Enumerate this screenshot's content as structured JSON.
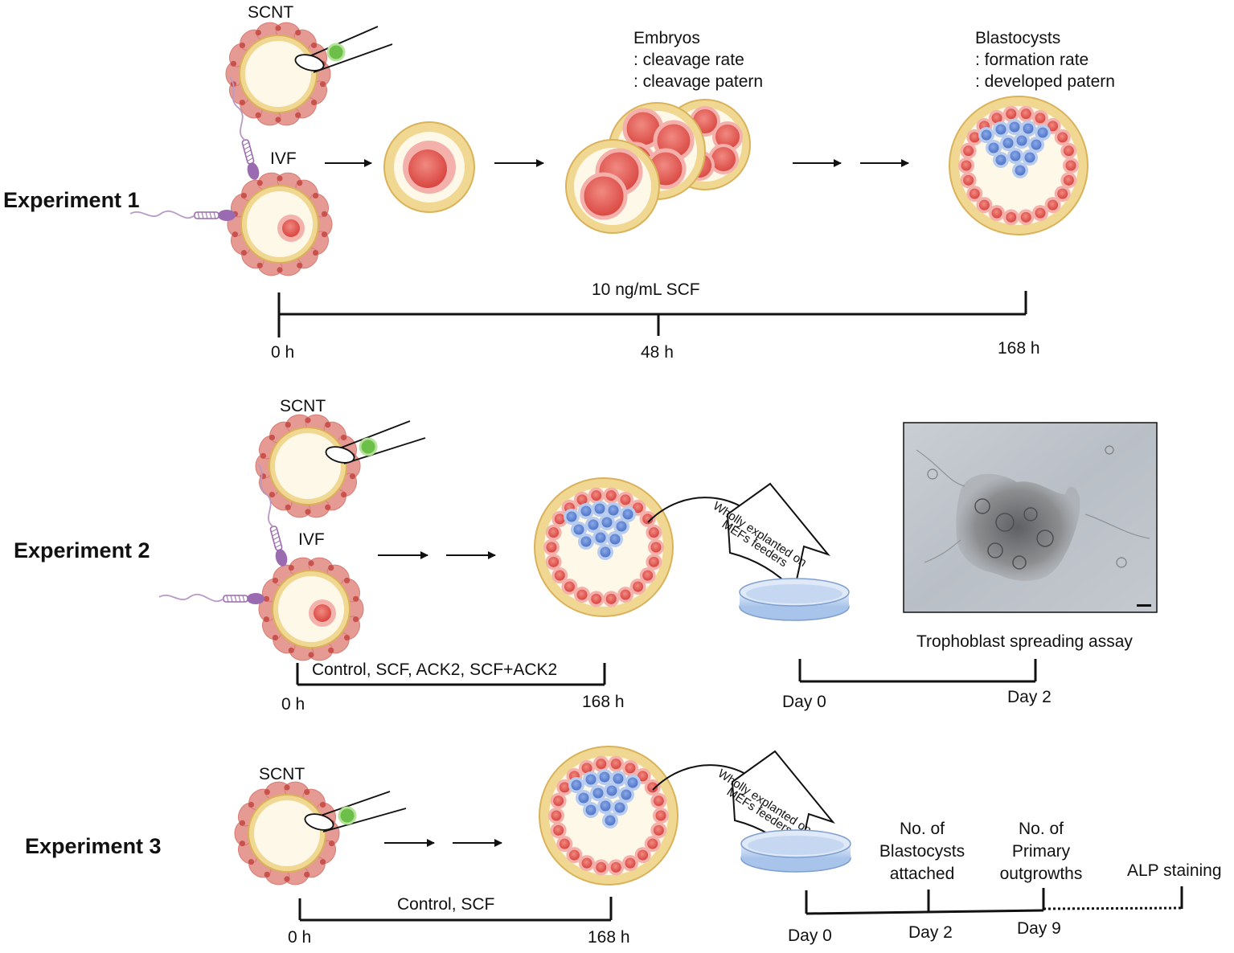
{
  "experiments": {
    "exp1": {
      "title": "Experiment 1",
      "scnt_label": "SCNT",
      "ivf_label": "IVF",
      "embryos_title": "Embryos",
      "embryos_line1": ": cleavage rate",
      "embryos_line2": ": cleavage patern",
      "blast_title": "Blastocysts",
      "blast_line1": ": formation rate",
      "blast_line2": ":  developed patern",
      "treatment": "10 ng/mL SCF",
      "t0": "0 h",
      "t1": "48 h",
      "t2": "168 h"
    },
    "exp2": {
      "title": "Experiment 2",
      "scnt_label": "SCNT",
      "ivf_label": "IVF",
      "treatment": "Control, SCF, ACK2, SCF+ACK2",
      "t0": "0 h",
      "t1": "168 h",
      "explant_line1": "Wholly explanted on",
      "explant_line2": "MEFs feeders",
      "assay_label": "Trophoblast spreading assay",
      "d0": "Day 0",
      "d2": "Day 2"
    },
    "exp3": {
      "title": "Experiment 3",
      "scnt_label": "SCNT",
      "treatment": "Control, SCF",
      "t0": "0 h",
      "t1": "168 h",
      "explant_line1": "Wholly explanted on",
      "explant_line2": "MEFs feeders",
      "attached_line1": "No. of",
      "attached_line2": "Blastocysts",
      "attached_line3": "attached",
      "outgrowth_line1": "No. of",
      "outgrowth_line2": "Primary",
      "outgrowth_line3": "outgrowths",
      "alp_label": "ALP staining",
      "d0": "Day 0",
      "d2": "Day 2",
      "d9": "Day 9"
    }
  },
  "colors": {
    "zona": "#f1d892",
    "zona_stroke": "#d9b25a",
    "cytoplasm": "#fdf8e8",
    "cumulus": "#e59a93",
    "cumulus_dot": "#c9524d",
    "nucleus": "#e4655e",
    "nucleus_light": "#f3b2ac",
    "icm": "#6d8fd6",
    "icm_light": "#b8ccef",
    "sperm": "#9a6bb0",
    "nucleus_green": "#6cc04a",
    "dish": "#bcd3ee"
  }
}
